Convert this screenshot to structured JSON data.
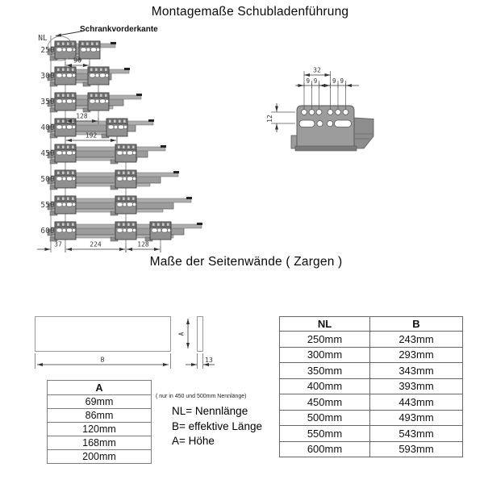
{
  "montage": {
    "title": "Montagemaße Schubladenführung",
    "nl_axis_label": "NL",
    "front_edge_label": "Schrankvorderkante",
    "rows": [
      "250",
      "300",
      "350",
      "400",
      "450",
      "500",
      "550",
      "600"
    ],
    "dims": {
      "front_offset": "37",
      "pitch_96": "96",
      "pitch_128": "128",
      "pitch_192": "192",
      "pitch_224": "224",
      "pitch_128_rear": "128"
    },
    "detail": {
      "dim_32": "32",
      "dim_9s": [
        "9",
        "9",
        "9",
        "9"
      ],
      "dim_12": "12"
    }
  },
  "zargen": {
    "title": "Maße der Seitenwände ( Zargen )",
    "side_view": {
      "height_label": "A",
      "length_label": "B",
      "thickness_label": "13"
    },
    "table_a": {
      "header": "A",
      "rows": [
        "69mm",
        "86mm",
        "120mm",
        "168mm",
        "200mm"
      ],
      "note": "( nur in 450 und 500mm Nennlänge)"
    },
    "legend": [
      "NL= Nennlänge",
      "B= effektive Länge",
      "A= Höhe"
    ],
    "table_nlb": {
      "headers": [
        "NL",
        "B"
      ],
      "rows": [
        [
          "250mm",
          "243mm"
        ],
        [
          "300mm",
          "293mm"
        ],
        [
          "350mm",
          "343mm"
        ],
        [
          "400mm",
          "393mm"
        ],
        [
          "450mm",
          "443mm"
        ],
        [
          "500mm",
          "493mm"
        ],
        [
          "550mm",
          "543mm"
        ],
        [
          "600mm",
          "593mm"
        ]
      ]
    }
  },
  "colors": {
    "line": "#444444",
    "rail": "#9c9c9c",
    "rail_light": "#b2b2b2",
    "bracket": "#909090",
    "bracket_dark": "#6e6e6e",
    "hole": "#ffffff"
  }
}
